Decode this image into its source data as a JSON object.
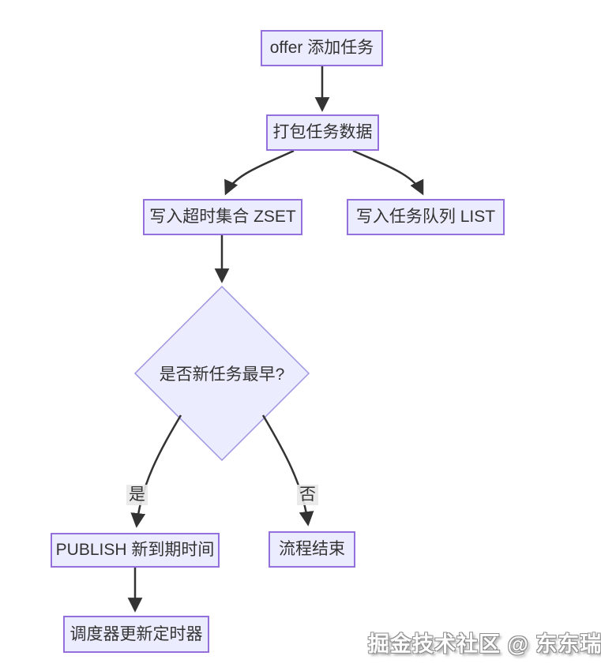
{
  "diagram": {
    "nodes": {
      "offer_add_task": "offer 添加任务",
      "pack_task_data": "打包任务数据",
      "write_timeout_zset": "写入超时集合 ZSET",
      "write_task_list": "写入任务队列 LIST",
      "decision_is_new_task_earliest": "是否新任务最早?",
      "publish_new_expiry": "PUBLISH 新到期时间",
      "flow_end": "流程结束",
      "scheduler_update_timer": "调度器更新定时器"
    },
    "edge_labels": {
      "yes": "是",
      "no": "否"
    },
    "colors": {
      "node_fill": "#ECECFF",
      "node_border": "#9370DB",
      "edge_stroke": "#333333",
      "text": "#333333",
      "edge_label_bg": "#e8e8e8"
    }
  },
  "watermark": {
    "text": "掘金技术社区 @ 东东瑞"
  }
}
